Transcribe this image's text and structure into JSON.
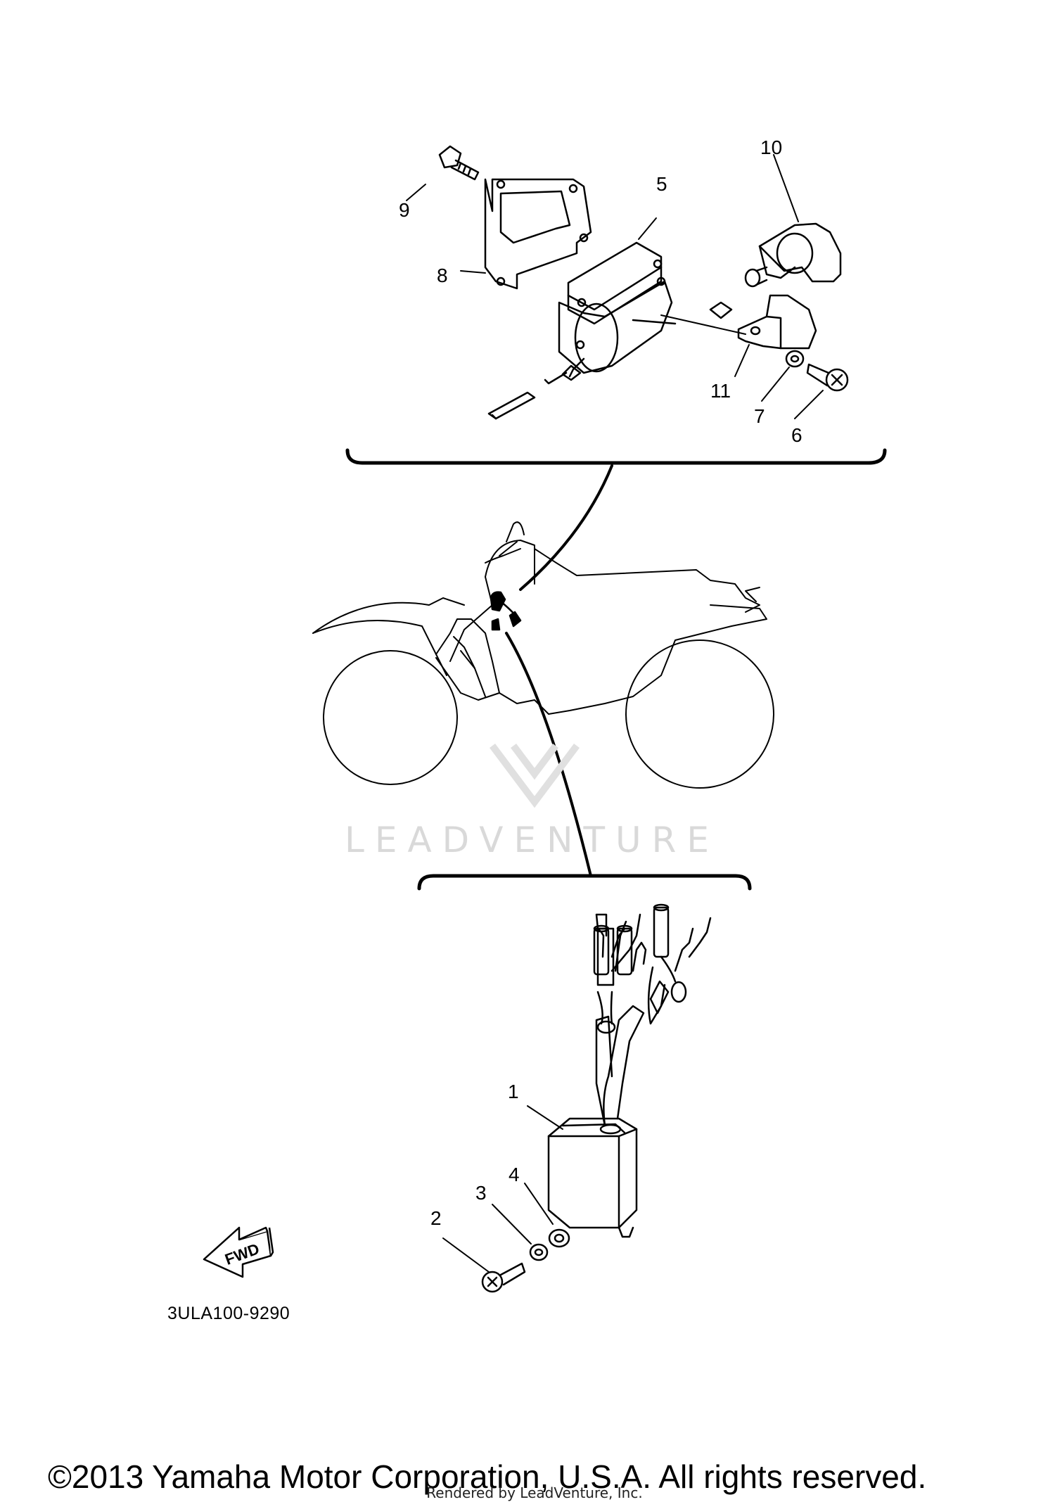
{
  "callouts": [
    {
      "id": "10",
      "label": "10"
    },
    {
      "id": "9",
      "label": "9"
    },
    {
      "id": "5",
      "label": "5"
    },
    {
      "id": "8",
      "label": "8"
    },
    {
      "id": "11",
      "label": "11"
    },
    {
      "id": "7",
      "label": "7"
    },
    {
      "id": "6",
      "label": "6"
    },
    {
      "id": "1",
      "label": "1"
    },
    {
      "id": "4",
      "label": "4"
    },
    {
      "id": "3",
      "label": "3"
    },
    {
      "id": "2",
      "label": "2"
    }
  ],
  "fwd_label": "FWD",
  "drawing_code": "3ULA100-9290",
  "watermark": "LEADVENTURE",
  "copyright": "©2013 Yamaha Motor Corporation, U.S.A. All rights reserved.",
  "rendered_by": "Rendered by LeadVenture, Inc."
}
